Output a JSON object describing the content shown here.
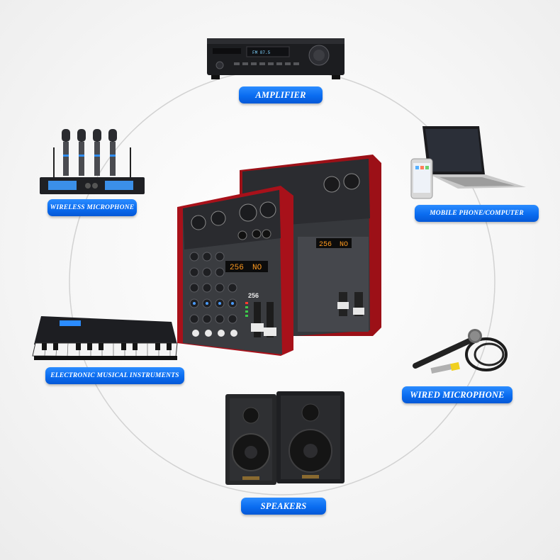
{
  "labels": {
    "amplifier": "AMPLIFIER",
    "wireless_microphone": "WIRELESS MICROPHONE",
    "mobile_phone_computer": "MOBILE PHONE/COMPUTER",
    "electronic_musical_instruments": "ELECTRONIC MUSICAL INSTRUMENTS",
    "wired_microphone": "WIRED MICROPHONE",
    "speakers": "SPEAKERS"
  },
  "mixer": {
    "display_left": "256",
    "display_right": "NO",
    "model_badge": "256"
  },
  "colors": {
    "label_blue": "#0a6cf0",
    "mixer_red": "#b3141b",
    "mixer_body": "#3a3c40",
    "ring": "#cfcfcf",
    "display_amber": "#ff9a1f"
  }
}
